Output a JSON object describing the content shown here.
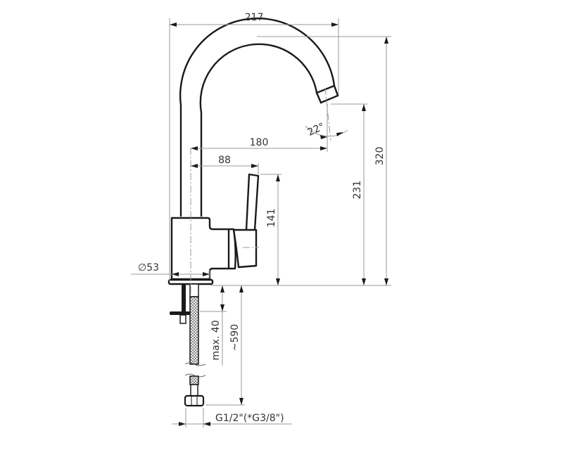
{
  "drawing": {
    "subject": "kitchen faucet side-view dimension drawing",
    "units": "mm",
    "colors": {
      "outline": "#1a1a1a",
      "dimension_line": "#9a9a9a",
      "text": "#333333",
      "background": "#ffffff"
    },
    "dimensions": {
      "total_reach": "217",
      "spout_reach": "180",
      "handle_offset": "88",
      "total_height": "320",
      "spout_outlet_height": "231",
      "body_height": "141",
      "base_diameter": "∅53",
      "spout_angle": "22°",
      "max_countertop_thickness": "max. 40",
      "hose_length": "~590",
      "connection_thread": "G1/2\"(*G3/8\")"
    }
  }
}
